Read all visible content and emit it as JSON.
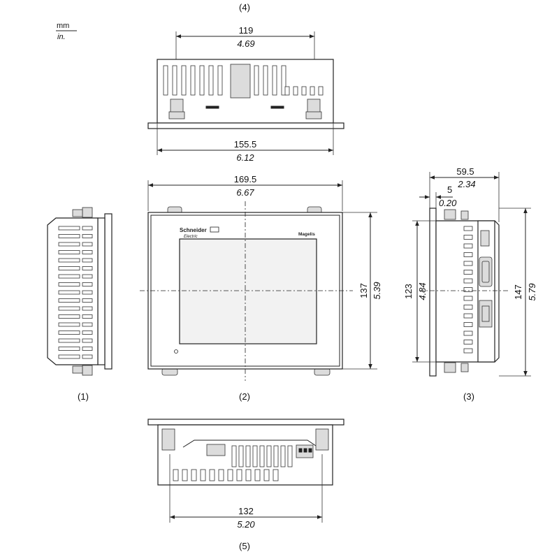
{
  "units": {
    "primary": "mm",
    "secondary": "in."
  },
  "views": {
    "left": {
      "label": "(1)"
    },
    "front": {
      "label": "(2)",
      "brand": "Schneider",
      "brand_sub": "Electric",
      "model": "Magelis"
    },
    "right": {
      "label": "(3)"
    },
    "top": {
      "label": "(4)"
    },
    "bottom": {
      "label": "(5)"
    }
  },
  "dimensions": {
    "top_mount_width": {
      "mm": "119",
      "in": "4.69"
    },
    "top_body_width": {
      "mm": "155.5",
      "in": "6.12"
    },
    "front_width": {
      "mm": "169.5",
      "in": "6.67"
    },
    "front_height": {
      "mm": "137",
      "in": "5.39"
    },
    "side_depth": {
      "mm": "59.5",
      "in": "2.34"
    },
    "bezel_thickness": {
      "mm": "5",
      "in": "0.20"
    },
    "side_body_height": {
      "mm": "123",
      "in": "4.84"
    },
    "side_total_height": {
      "mm": "147",
      "in": "5.79"
    },
    "bottom_mount_width": {
      "mm": "132",
      "in": "5.20"
    }
  }
}
